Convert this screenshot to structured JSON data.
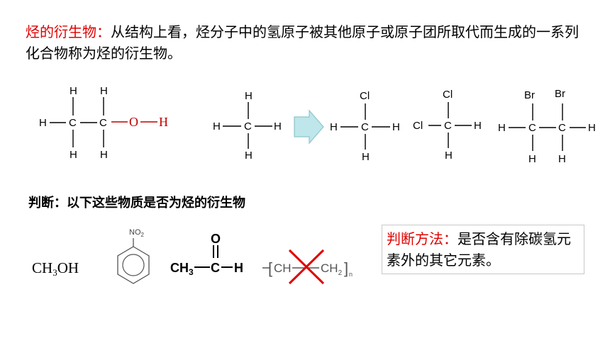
{
  "definition": {
    "term": "烃的衍生物：",
    "text": "从结构上看，烃分子中的氢原子被其他原子或原子团所取代而生成的一系列化合物称为烃的衍生物。"
  },
  "question": "判断：以下这些物质是否为烃的衍生物",
  "method": {
    "term": "判断方法：",
    "text": "是否含有除碳氢元素外的其它元素。"
  },
  "colors": {
    "highlight": "#e00000",
    "arrow_fill": "#bfe6ea",
    "arrow_stroke": "#8cc6cd",
    "cross": "#e00000"
  },
  "structures": {
    "ethanol": {
      "H": "H",
      "C": "C",
      "O": "O"
    },
    "methane": {
      "H": "H",
      "C": "C"
    },
    "chloromethane": {
      "H": "H",
      "C": "C",
      "Cl": "Cl"
    },
    "dichloromethane": {
      "H": "H",
      "C": "C",
      "Cl": "Cl"
    },
    "dibromoethane": {
      "H": "H",
      "C": "C",
      "Br": "Br"
    }
  },
  "examples": {
    "methanol": "CH",
    "methanol_sub": "3",
    "methanol_tail": "OH",
    "nitro": "NO",
    "nitro_sub": "2",
    "aldehyde_ch3": "CH",
    "aldehyde_sub": "3",
    "aldehyde_c": "C",
    "aldehyde_h": "H",
    "aldehyde_o": "O",
    "polymer_left": "CH",
    "polymer_right": "CH",
    "polymer_sub": "2",
    "polymer_n": "n"
  }
}
